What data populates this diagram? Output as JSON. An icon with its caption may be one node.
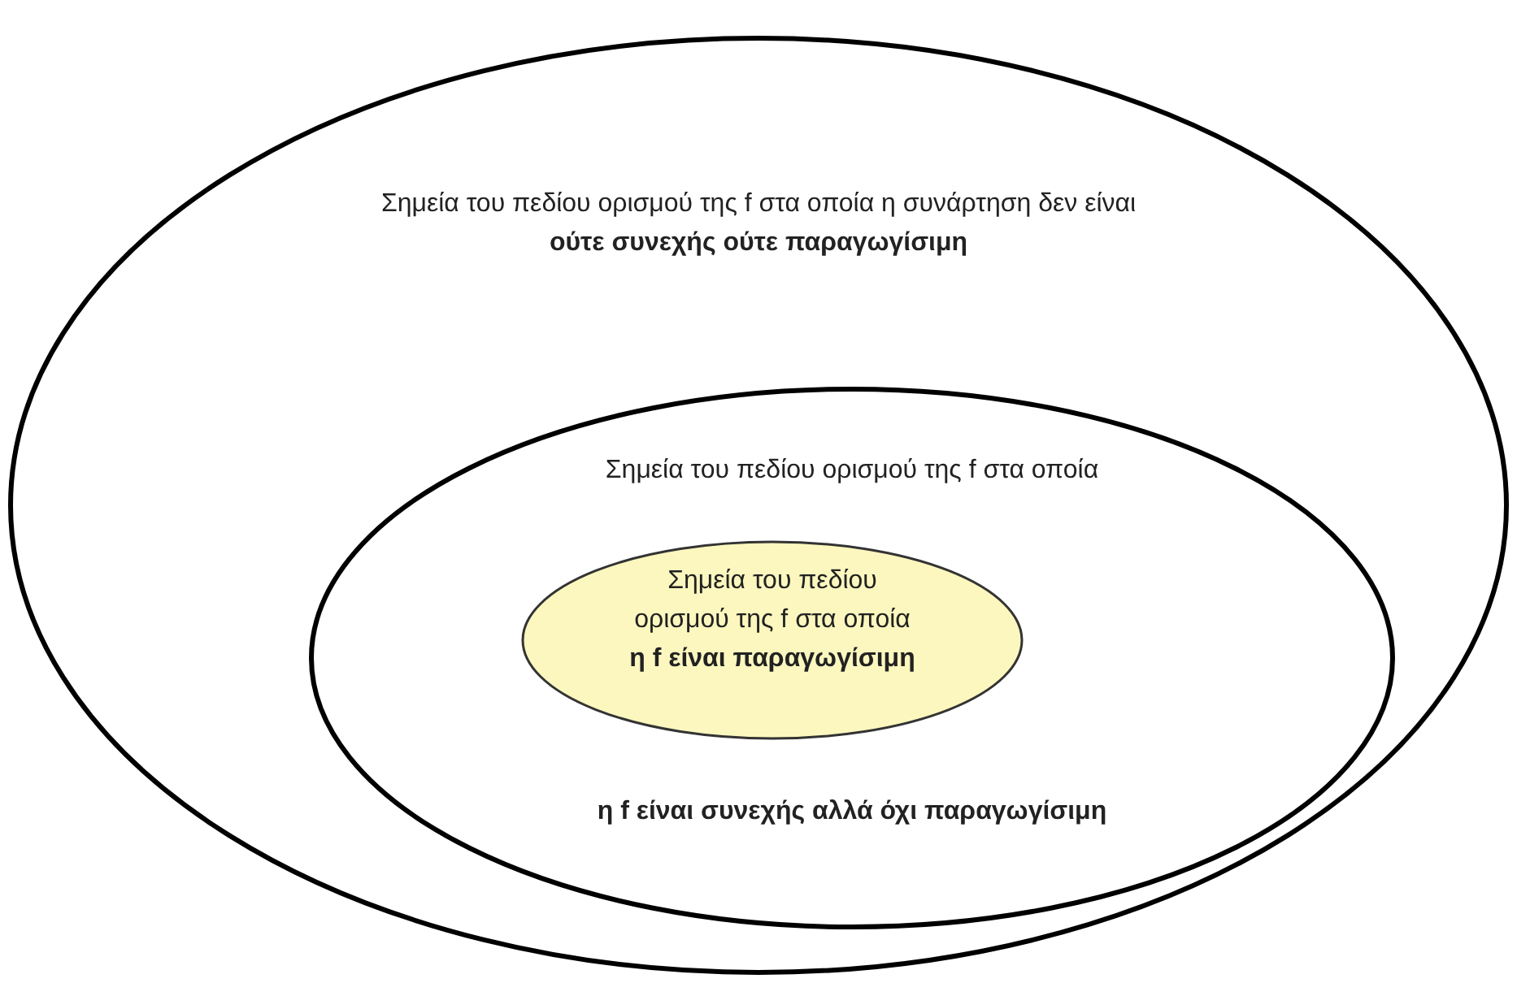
{
  "diagram": {
    "nodes": [
      {
        "text": [
          "Σημεία του πεδίου ορισμού της f στα οποία η συνάρτηση δεν είναι **ούτε συνεχής ούτε παραγωγίσιμη**"
        ]
      },
      {
        "text": [
          "Σημεία του πεδίου ορισμού της f στα οποία",
          "η f είναι συνεχής αλλά όχι παραγωγίσιμη"
        ],
        "in": 0
      },
      {
        "text": [
          "Σημεία του πεδίου ορισμού της f στα οποία **η f είναι παραγωγίσιμη**"
        ],
        "in": 1
      }
    ]
  }
}
